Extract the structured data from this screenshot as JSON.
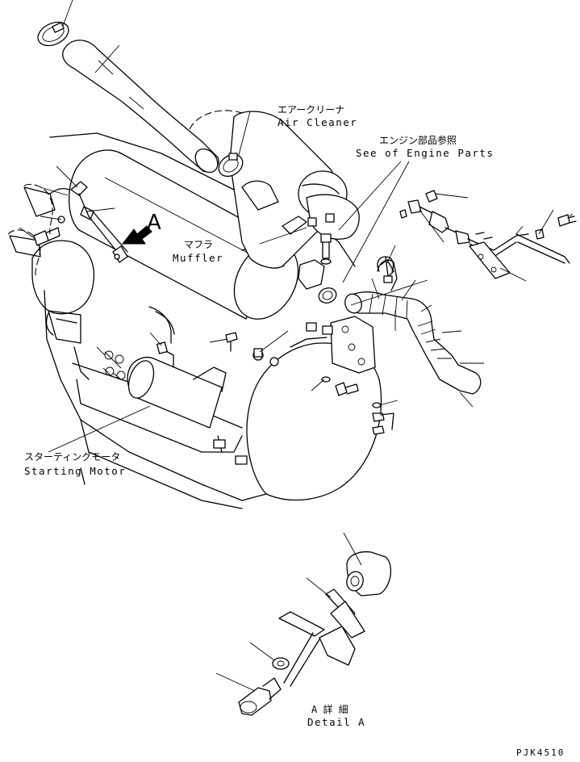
{
  "labels": {
    "air_cleaner_jp": "エアークリーナ",
    "air_cleaner_en": "Air Cleaner",
    "engine_parts_jp": "エンジン部品参照",
    "engine_parts_en": "See of Engine Parts",
    "muffler_jp": "マフラ",
    "muffler_en": "Muffler",
    "starting_motor_jp": "スターティングモータ",
    "starting_motor_en": "Starting Motor",
    "detail_marker": "A",
    "detail_jp": "A 詳 細",
    "detail_en": "Detail A",
    "drawing_code": "PJK4510"
  },
  "icons": {
    "view_arrow": "bold-arrow-icon"
  },
  "colors": {
    "ink": "#000000",
    "paper": "#ffffff"
  }
}
